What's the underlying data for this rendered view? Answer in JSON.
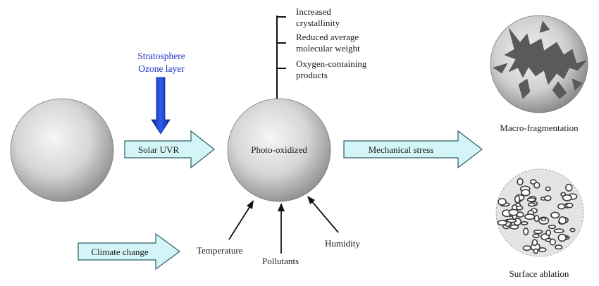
{
  "diagram": {
    "stratosphere": {
      "line1": "Stratosphere",
      "line2": "Ozone layer"
    },
    "solar_uvr": "Solar UVR",
    "photo_oxidized": "Photo-oxidized",
    "mechanical_stress": "Mechanical stress",
    "climate_change": "Climate change",
    "effects": [
      {
        "line1": "Increased",
        "line2": "crystallinity"
      },
      {
        "line1": "Reduced average",
        "line2": "molecular weight"
      },
      {
        "line1": "Oxygen-containing",
        "line2": "products"
      }
    ],
    "factors": {
      "temperature": "Temperature",
      "pollutants": "Pollutants",
      "humidity": "Humidity"
    },
    "outcomes": {
      "macro": "Macro-fragmentation",
      "surface": "Surface ablation"
    },
    "colors": {
      "arrow_fill": "#d3f5f8",
      "uv_arrow": "#1437c8",
      "label_blue": "#1f2fc4",
      "sphere_light": "#f4f4f4",
      "sphere_dark": "#8c8c8c"
    }
  }
}
